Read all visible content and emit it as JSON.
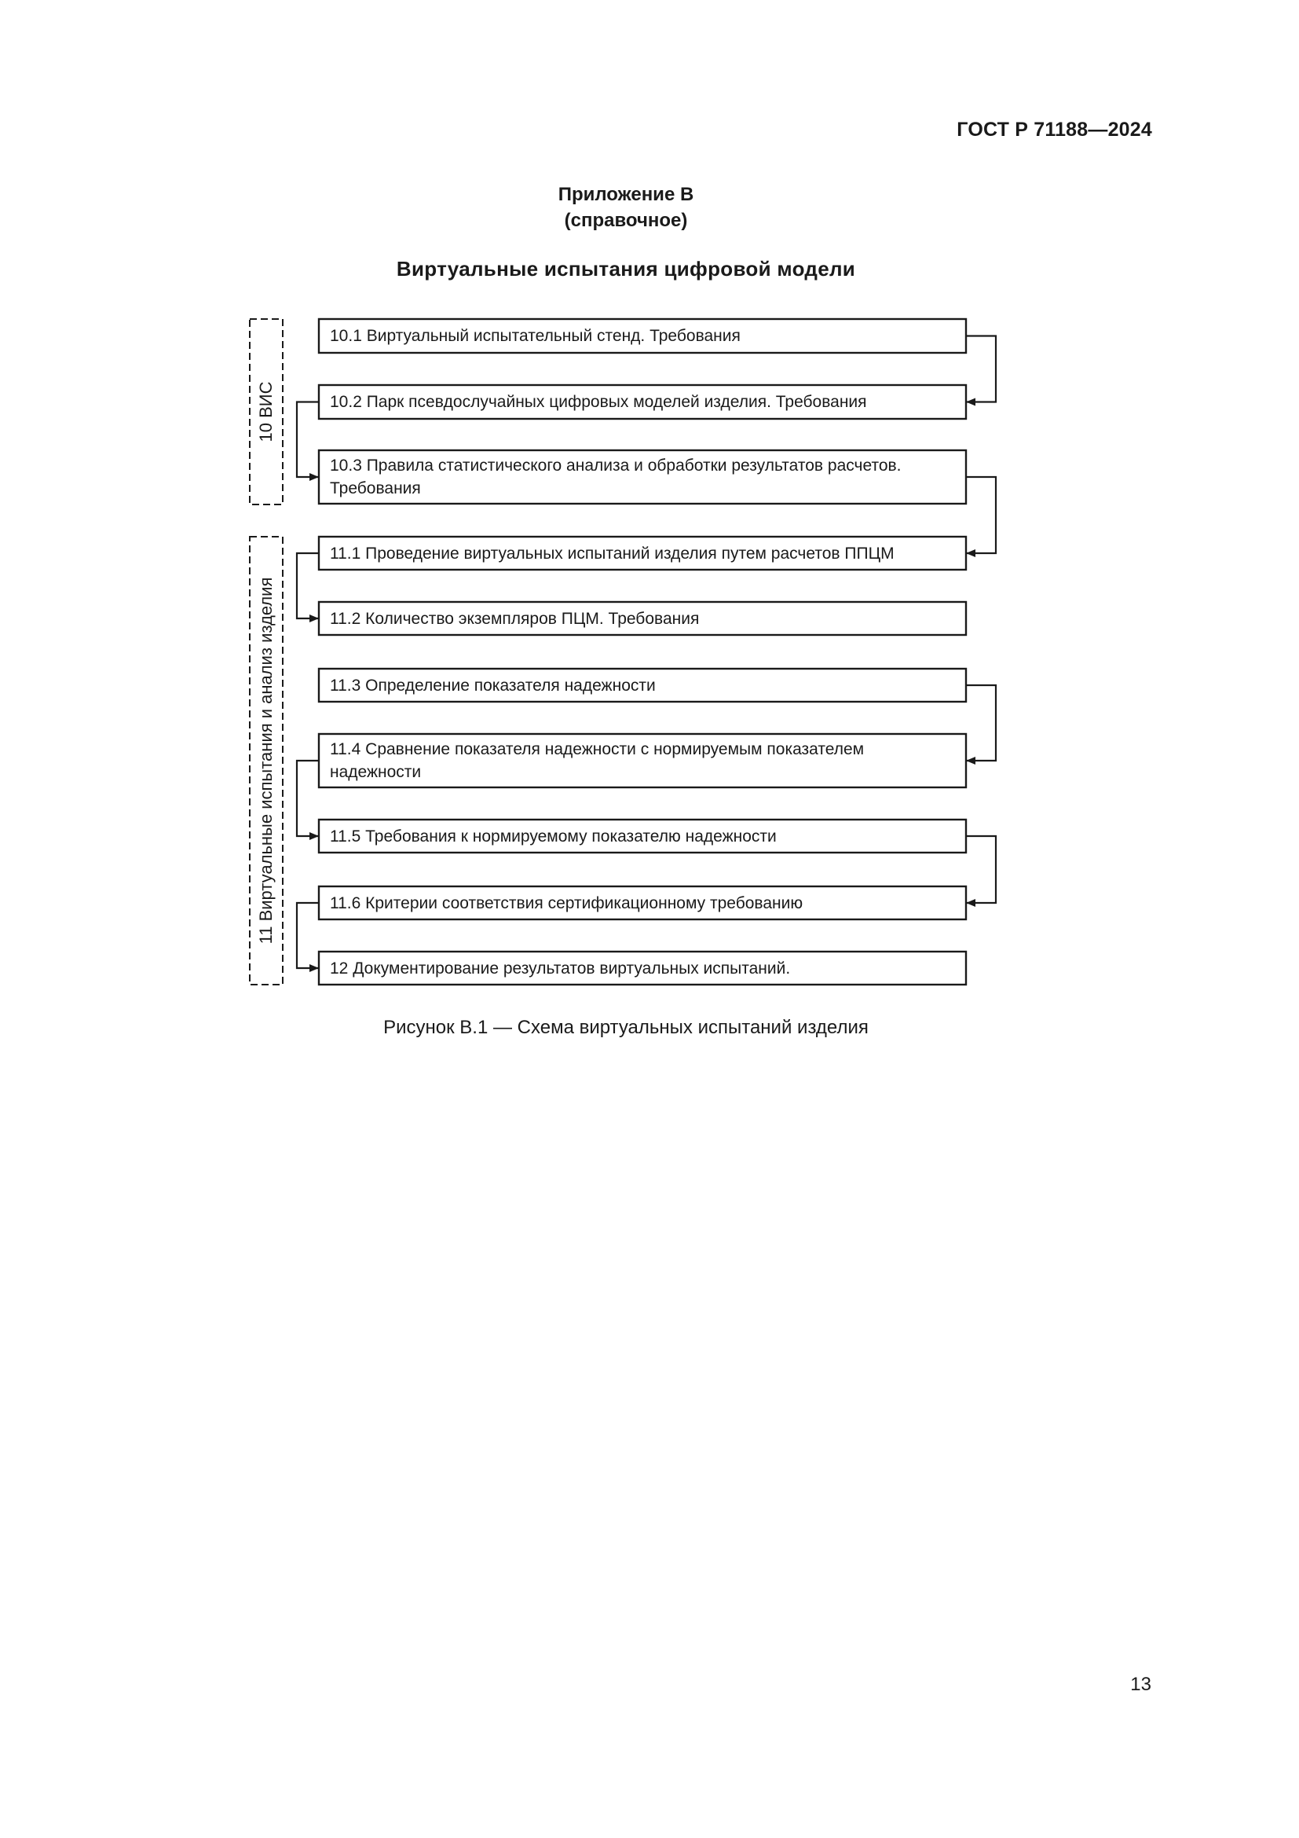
{
  "header": {
    "doc_id": "ГОСТ Р 71188—2024"
  },
  "appendix": {
    "title": "Приложение В",
    "subtitle": "(справочное)"
  },
  "figure": {
    "title": "Виртуальные испытания цифровой модели",
    "caption": "Рисунок В.1 — Схема виртуальных испытаний изделия",
    "groups": [
      {
        "label": "10 ВИС"
      },
      {
        "label": "11 Виртуальные испытания и анализ изделия"
      }
    ],
    "steps": [
      {
        "lines": [
          "10.1 Виртуальный испытательный стенд. Требования"
        ]
      },
      {
        "lines": [
          "10.2 Парк псевдослучайных цифровых моделей изделия. Требования"
        ]
      },
      {
        "lines": [
          "10.3 Правила статистического анализа и обработки результатов расчетов.",
          "Требования"
        ]
      },
      {
        "lines": [
          "11.1 Проведение виртуальных испытаний изделия путем расчетов ППЦМ"
        ]
      },
      {
        "lines": [
          "11.2 Количество экземпляров ПЦМ. Требования"
        ]
      },
      {
        "lines": [
          "11.3 Определение показателя надежности"
        ]
      },
      {
        "lines": [
          "11.4 Сравнение показателя надежности с нормируемым показателем",
          "надежности"
        ]
      },
      {
        "lines": [
          "11.5 Требования к нормируемому показателю надежности"
        ]
      },
      {
        "lines": [
          "11.6 Критерии соответствия сертификационному требованию"
        ]
      },
      {
        "lines": [
          "12 Документирование результатов виртуальных испытаний."
        ]
      }
    ]
  },
  "page": {
    "number": "13"
  }
}
